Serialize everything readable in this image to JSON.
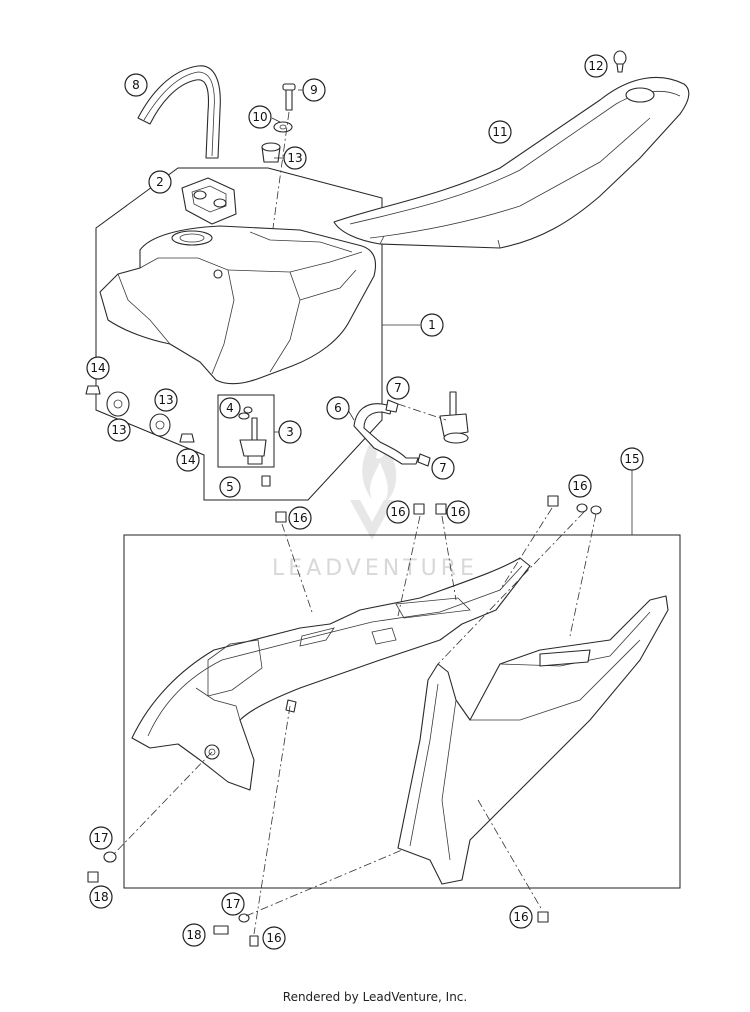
{
  "callouts": {
    "c1": "1",
    "c2": "2",
    "c3": "3",
    "c4": "4",
    "c5": "5",
    "c6": "6",
    "c7a": "7",
    "c7b": "7",
    "c8": "8",
    "c9": "9",
    "c10": "10",
    "c11": "11",
    "c12": "12",
    "c13a": "13",
    "c13b": "13",
    "c13c": "13",
    "c14a": "14",
    "c14b": "14",
    "c15": "15",
    "c16a": "16",
    "c16b": "16",
    "c16c": "16",
    "c16d": "16",
    "c16e": "16",
    "c16f": "16",
    "c17a": "17",
    "c17b": "17",
    "c18a": "18",
    "c18b": "18"
  },
  "watermark": {
    "text": "LEADVENTURE",
    "logo": "leadventure-flame-logo"
  },
  "footer": {
    "text": "Rendered by LeadVenture, Inc."
  }
}
